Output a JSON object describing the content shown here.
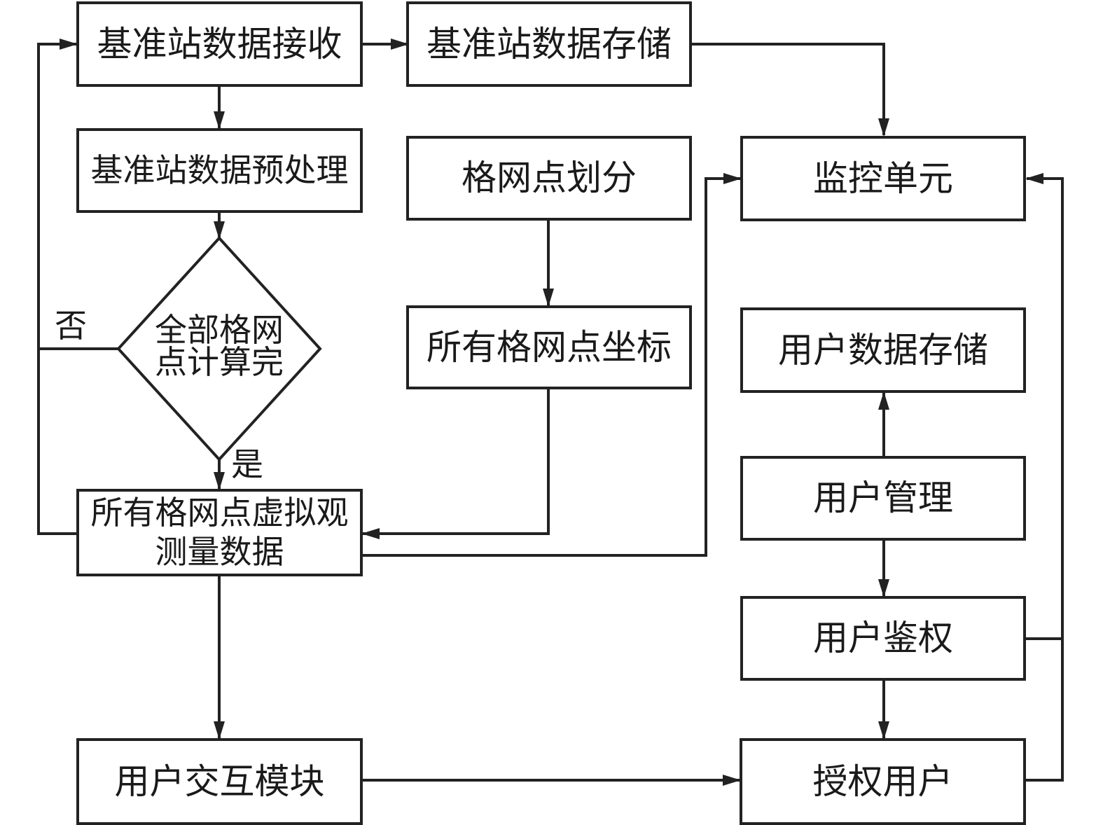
{
  "nodes": {
    "ref_receive": "基准站数据接收",
    "ref_store": "基准站数据存储",
    "ref_preprocess": "基准站数据预处理",
    "grid_divide": "格网点划分",
    "monitor": "监控单元",
    "decision_line1": "全部格网",
    "decision_line2": "点计算完",
    "grid_coords": "所有格网点坐标",
    "user_store": "用户数据存储",
    "user_manage": "用户管理",
    "virtual_line1": "所有格网点虚拟观",
    "virtual_line2": "测量数据",
    "user_auth": "用户鉴权",
    "interaction": "用户交互模块",
    "authorized_user": "授权用户"
  },
  "labels": {
    "no": "否",
    "yes": "是"
  },
  "colors": {
    "line": "#222222",
    "text": "#1a1a1a",
    "background": "#ffffff"
  }
}
